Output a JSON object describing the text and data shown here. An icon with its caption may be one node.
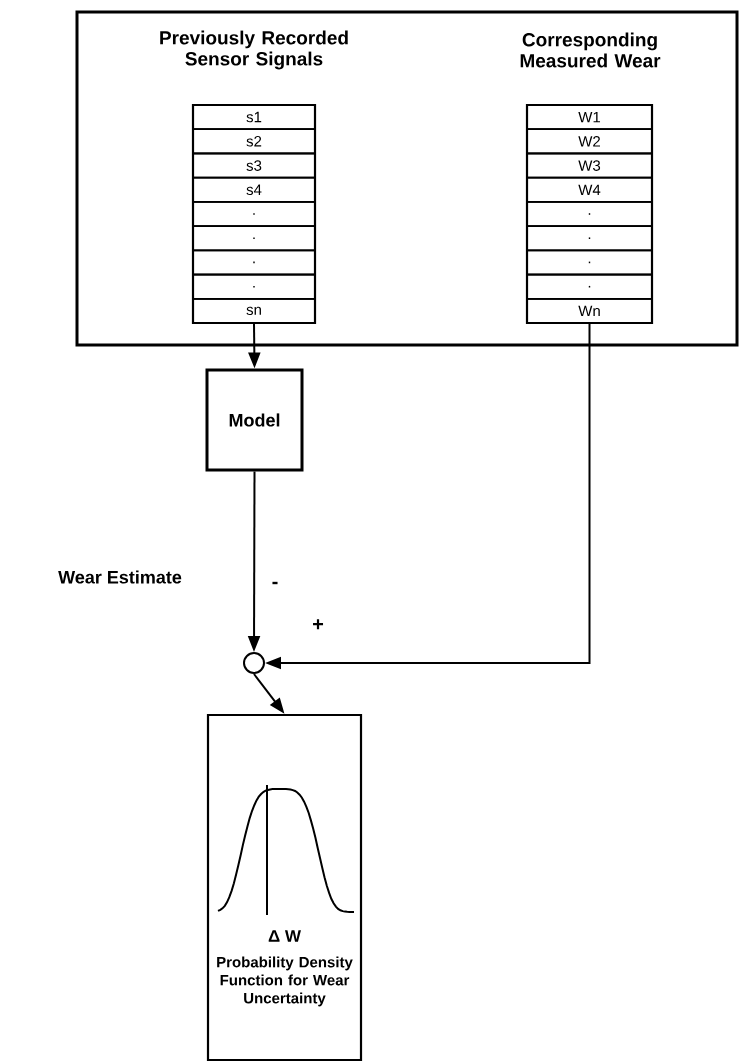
{
  "diagram": {
    "nodes": [
      {
        "text": [],
        "shape": "box"
      },
      {
        "text": [
          "Previously Recorded Sensor Signals"
        ],
        "in": 0
      },
      {
        "text": [
          "s1"
        ],
        "in": 1
      },
      {
        "text": [
          "s2"
        ],
        "in": 1
      },
      {
        "text": [
          "s3"
        ],
        "in": 1
      },
      {
        "text": [
          "s4"
        ],
        "in": 1
      },
      {
        "text": [
          "."
        ],
        "in": 1
      },
      {
        "text": [
          "."
        ],
        "in": 1
      },
      {
        "text": [
          "."
        ],
        "in": 1
      },
      {
        "text": [
          "."
        ],
        "in": 1
      },
      {
        "text": [
          "sn"
        ],
        "in": 1
      },
      {
        "text": [
          "Corresponding Measured Wear"
        ],
        "in": 0
      },
      {
        "text": [
          "W1"
        ],
        "in": 11
      },
      {
        "text": [
          "W2"
        ],
        "in": 11
      },
      {
        "text": [
          "W3"
        ],
        "in": 11
      },
      {
        "text": [
          "W4"
        ],
        "in": 11
      },
      {
        "text": [
          "."
        ],
        "in": 11
      },
      {
        "text": [
          "."
        ],
        "in": 11
      },
      {
        "text": [
          "."
        ],
        "in": 11
      },
      {
        "text": [
          "."
        ],
        "in": 11
      },
      {
        "text": [
          "Wn"
        ],
        "in": 11
      },
      {
        "text": [
          "Model"
        ]
      },
      {
        "text": [],
        "shape": "circle"
      },
      {
        "text": [
          "Δ W",
          "Probability Density Function for Wear Uncertainty"
        ]
      }
    ],
    "edges": [
      {
        "from": 1,
        "to": 21,
        "arrow": "to"
      },
      {
        "from": 21,
        "to": 22,
        "arrow": "to",
        "label": "Wear Estimate"
      },
      {
        "from": 11,
        "to": 22,
        "arrow": "to"
      },
      {
        "from": 22,
        "to": 23,
        "arrow": "to"
      }
    ],
    "labels": [
      "-",
      "+"
    ]
  }
}
